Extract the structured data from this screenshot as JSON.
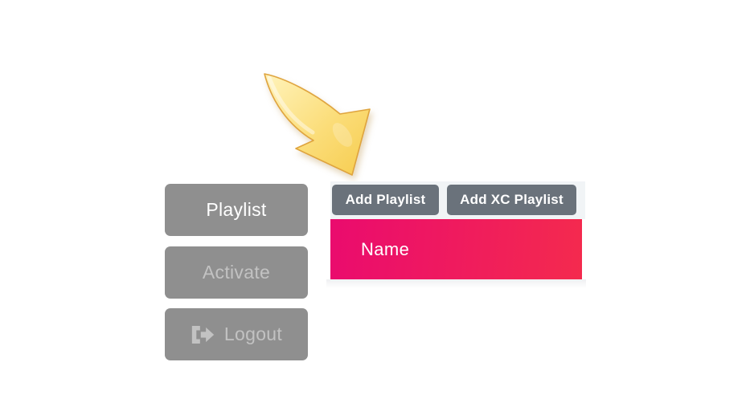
{
  "sidebar": {
    "items": [
      {
        "id": "playlist",
        "label": "Playlist",
        "active": true
      },
      {
        "id": "activate",
        "label": "Activate",
        "active": false
      },
      {
        "id": "logout",
        "label": "Logout",
        "active": false,
        "icon": "logout-icon"
      }
    ]
  },
  "toolbar": {
    "add_playlist_label": "Add Playlist",
    "add_xc_playlist_label": "Add XC Playlist"
  },
  "playlist_table": {
    "header_label": "Name"
  },
  "decorations": {
    "arrow_icon": "curved-down-right-arrow"
  },
  "colors": {
    "sidebar_button": "#8f8f8f",
    "sidebar_text_active": "#ffffff",
    "sidebar_text_inactive": "#c2c2c2",
    "toolbar_button": "#6a727b",
    "toolbar_strip": "#f1f4f6",
    "header_pink_start": "#ea0b6e",
    "header_pink_end": "#f42a4e",
    "arrow_yellow_light": "#fff1b2",
    "arrow_yellow_dark": "#f6cc4e",
    "arrow_outline": "#dfa43e"
  }
}
